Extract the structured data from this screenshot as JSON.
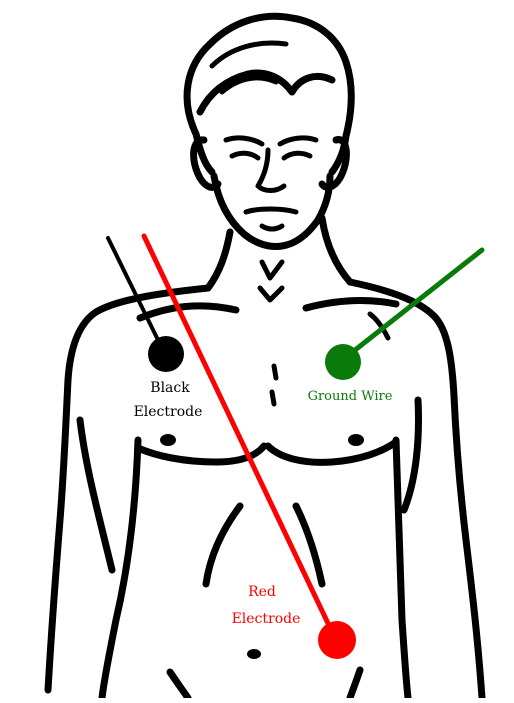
{
  "labels": {
    "black": [
      "Black",
      "Electrode"
    ],
    "ground": "Ground Wire",
    "red": [
      "Red",
      "Electrode"
    ]
  },
  "colors": {
    "black_electrode": "#000000",
    "ground_wire": "#0a7a0a",
    "red_electrode": "#ff0000",
    "outline": "#000000",
    "background": "#ffffff"
  }
}
